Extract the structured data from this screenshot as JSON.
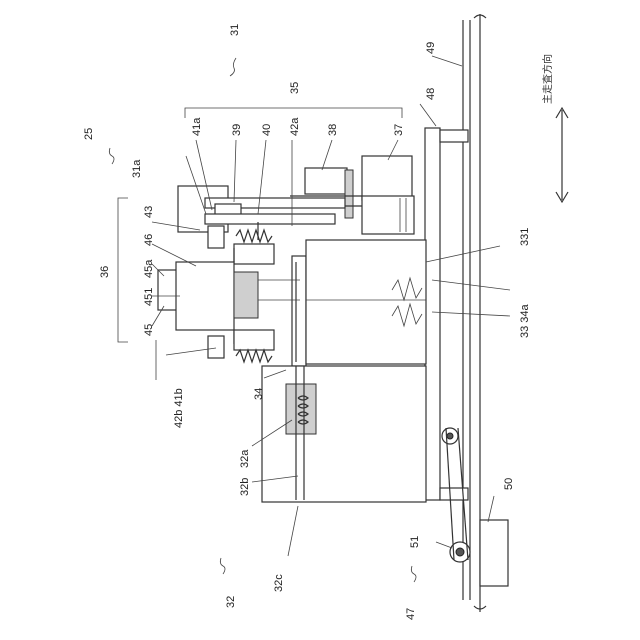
{
  "direction_text": "主走査方向",
  "labels": {
    "l31": "31",
    "l25": "25",
    "l31a": "31a",
    "l41a": "41a",
    "l39": "39",
    "l40": "40",
    "l42a": "42a",
    "l35": "35",
    "l38": "38",
    "l37": "37",
    "l48": "48",
    "l49": "49",
    "l43": "43",
    "l46": "46",
    "l45a": "45a",
    "l451": "451",
    "l45": "45",
    "l36": "36",
    "l331": "331",
    "l33_34a": "33 34a",
    "l42b41b": "42b 41b",
    "l34": "34",
    "l32a": "32a",
    "l32b": "32b",
    "l32c": "32c",
    "l32": "32",
    "l51": "51",
    "l50": "50",
    "l47": "47"
  }
}
